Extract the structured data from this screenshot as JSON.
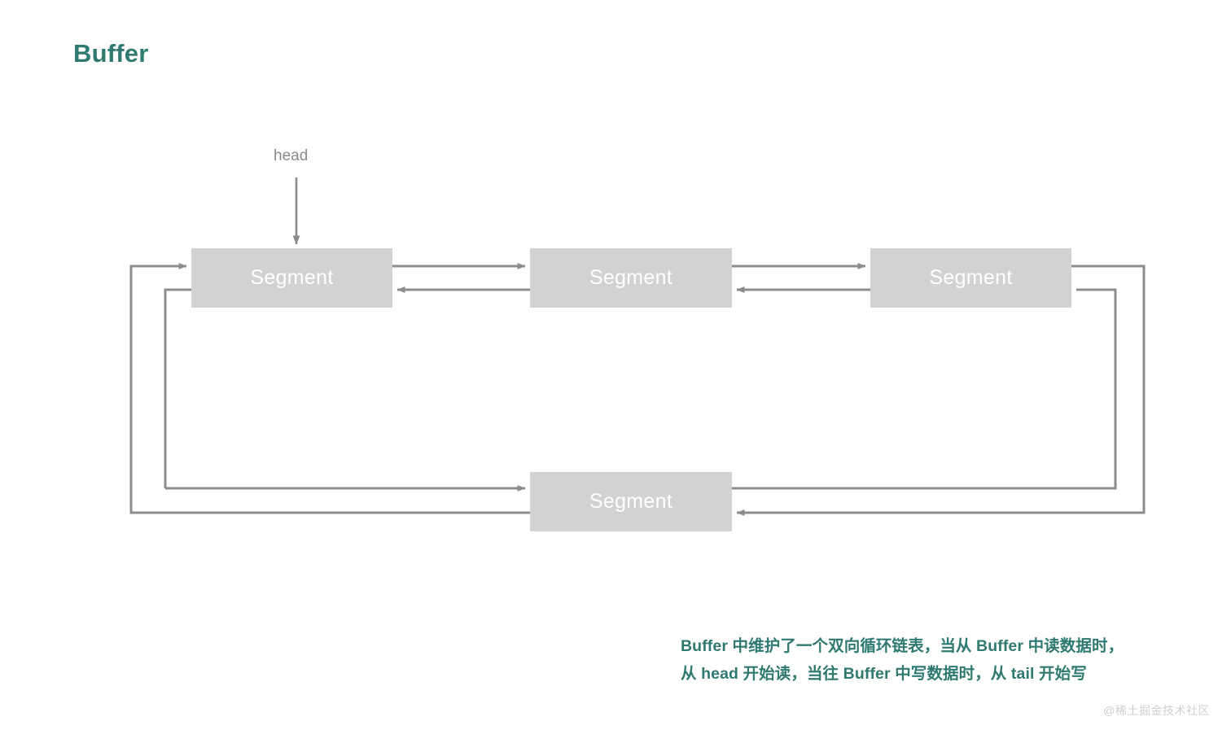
{
  "page": {
    "title": "Buffer",
    "background_color": "#ffffff",
    "accent_color": "#2f7a70",
    "box_fill_color": "#d2d2d2",
    "line_color": "#8c8c8c",
    "box_text_color": "#ffffff"
  },
  "diagram": {
    "type": "doubly-linked-circular-list",
    "pointer_label": "head",
    "segments": [
      {
        "id": "seg-top-1",
        "label": "Segment"
      },
      {
        "id": "seg-top-2",
        "label": "Segment"
      },
      {
        "id": "seg-top-3",
        "label": "Segment"
      },
      {
        "id": "seg-bottom",
        "label": "Segment"
      }
    ]
  },
  "caption": {
    "line1": "Buffer 中维护了一个双向循环链表，当从 Buffer 中读数据时，",
    "line2": "从 head 开始读，当往 Buffer 中写数据时，从 tail 开始写"
  },
  "watermark": {
    "text": "@稀土掘金技术社区"
  }
}
